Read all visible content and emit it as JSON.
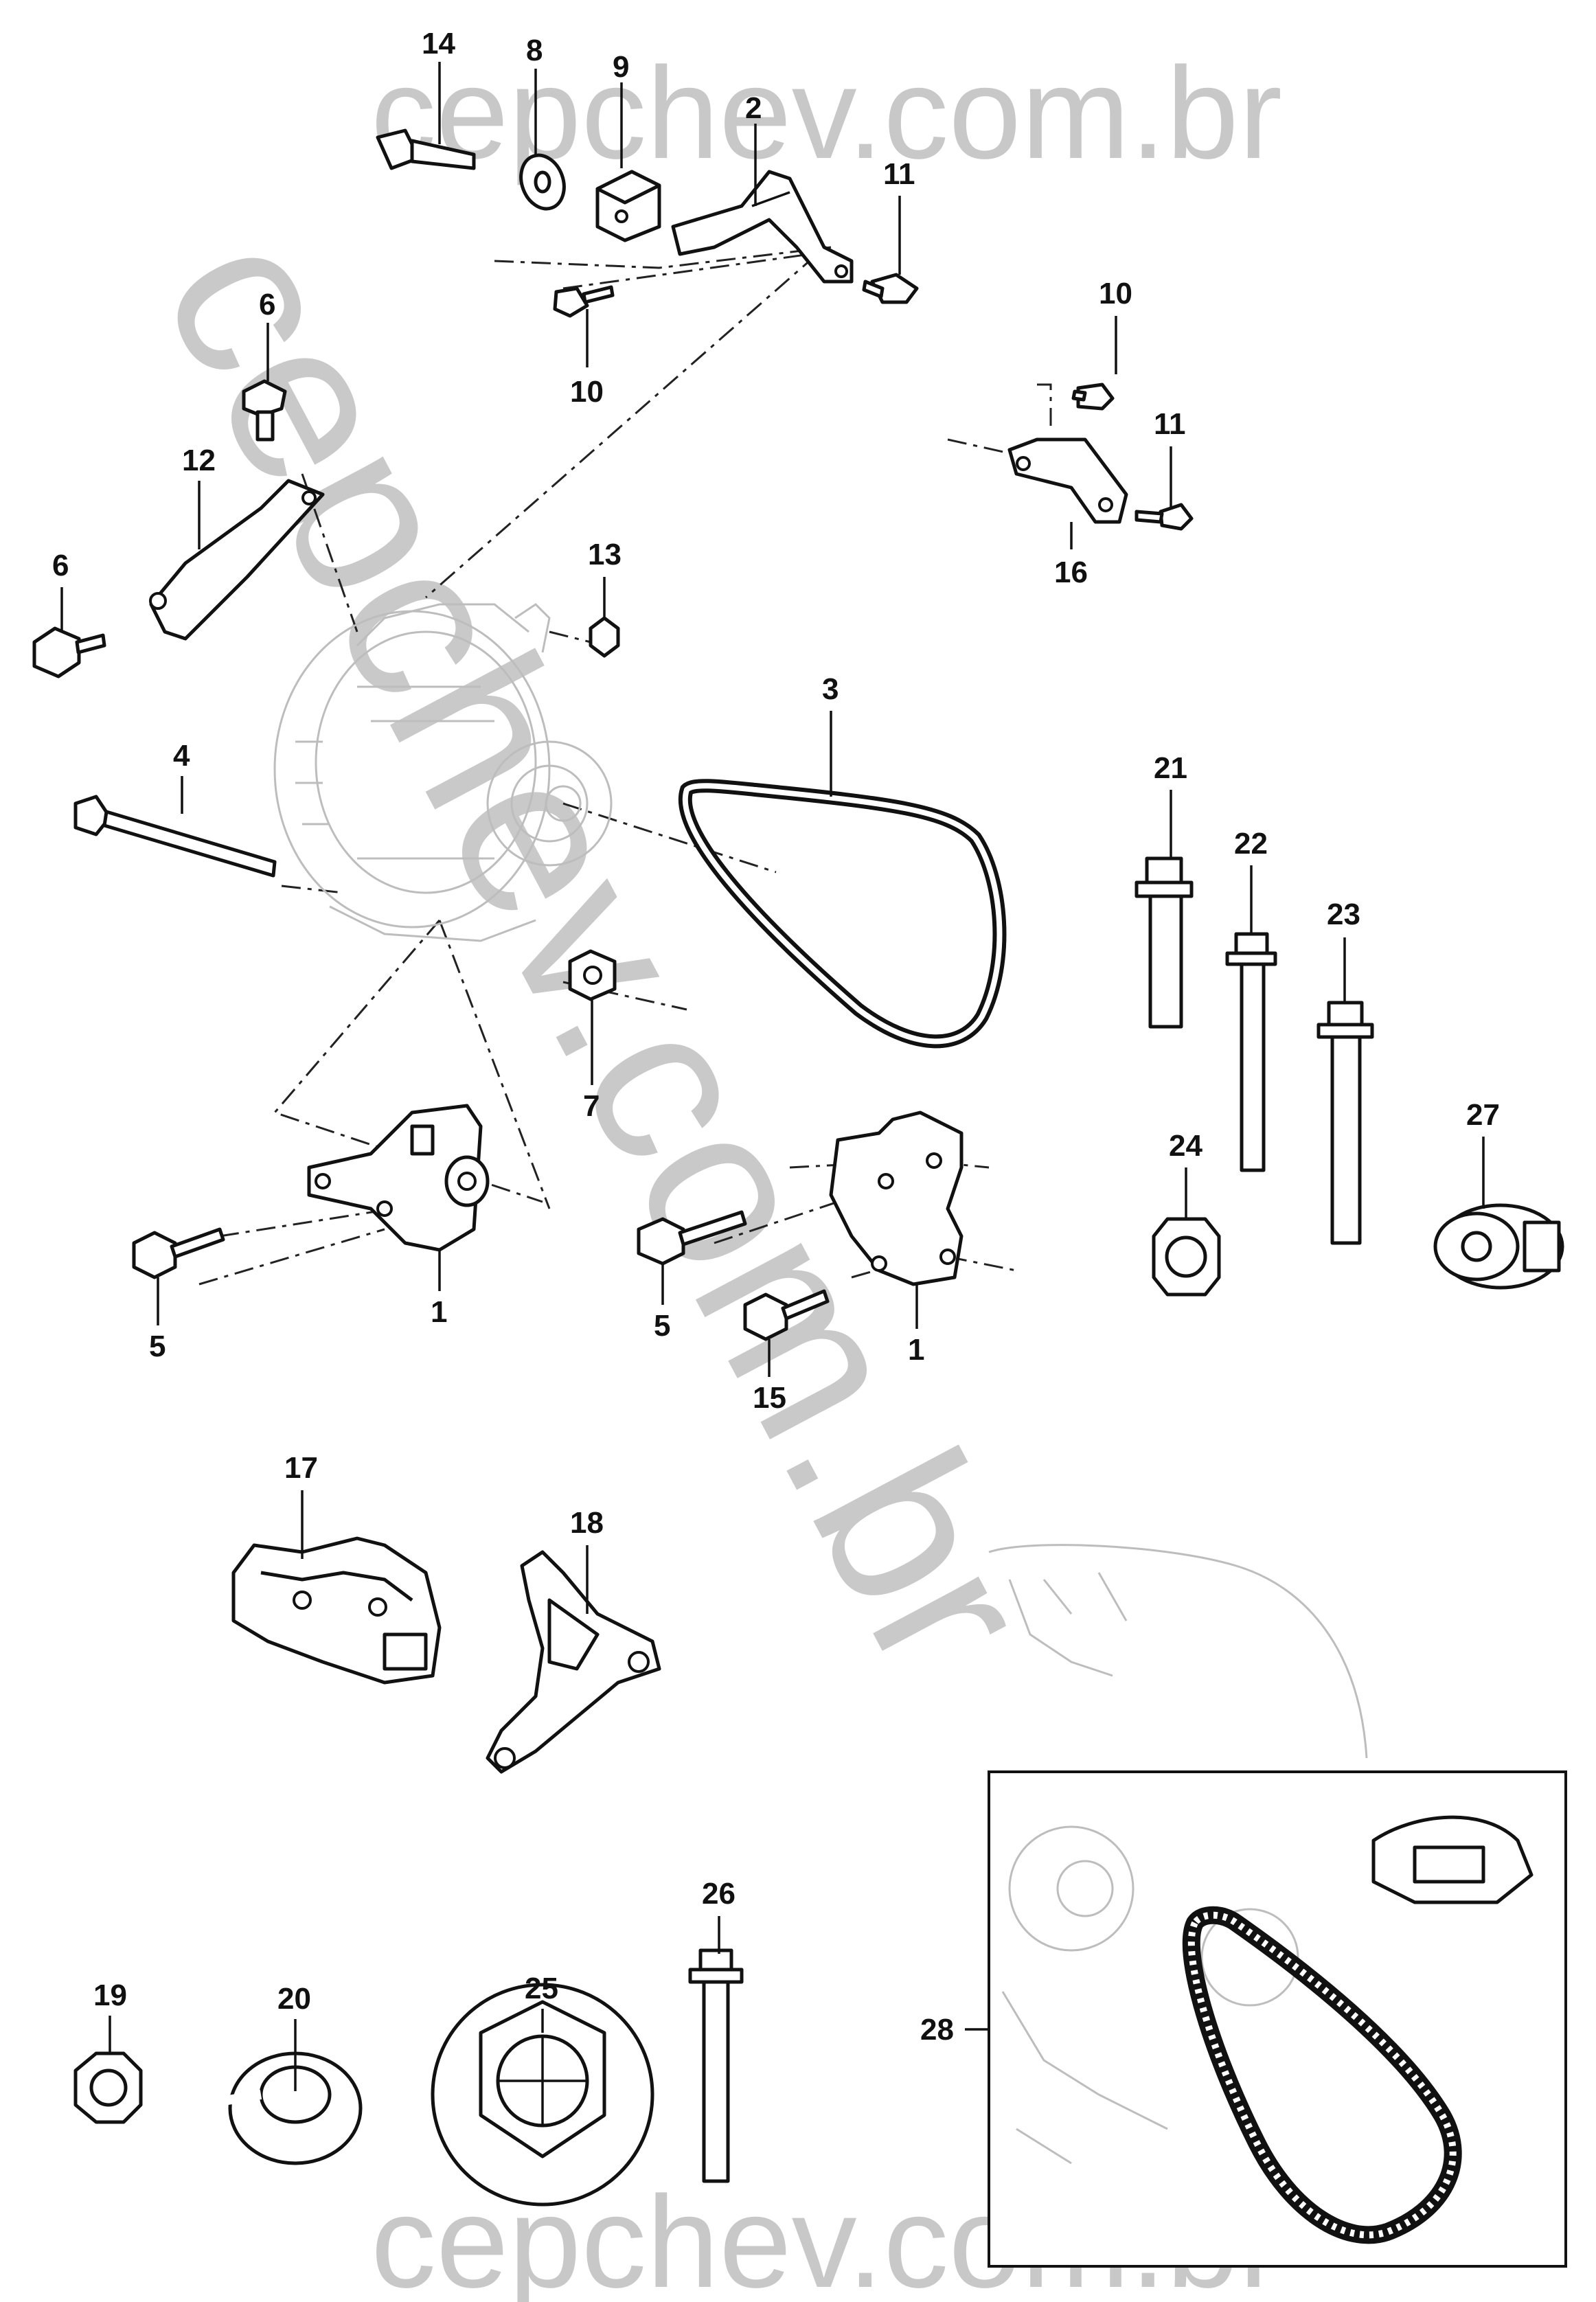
{
  "watermark": {
    "top": "cepchev.com.br",
    "bottom": "cepchev.com.br",
    "diagonal": "cepchev.com.br"
  },
  "callouts": [
    {
      "id": "c14",
      "text": "14"
    },
    {
      "id": "c8",
      "text": "8"
    },
    {
      "id": "c9",
      "text": "9"
    },
    {
      "id": "c2",
      "text": "2"
    },
    {
      "id": "c11a",
      "text": "11"
    },
    {
      "id": "c10a",
      "text": "10"
    },
    {
      "id": "c6a",
      "text": "6"
    },
    {
      "id": "c12",
      "text": "12"
    },
    {
      "id": "c6b",
      "text": "6"
    },
    {
      "id": "c10b",
      "text": "10"
    },
    {
      "id": "c11b",
      "text": "11"
    },
    {
      "id": "c16",
      "text": "16"
    },
    {
      "id": "c13",
      "text": "13"
    },
    {
      "id": "c3",
      "text": "3"
    },
    {
      "id": "c4",
      "text": "4"
    },
    {
      "id": "c7",
      "text": "7"
    },
    {
      "id": "c21",
      "text": "21"
    },
    {
      "id": "c22",
      "text": "22"
    },
    {
      "id": "c23",
      "text": "23"
    },
    {
      "id": "c24",
      "text": "24"
    },
    {
      "id": "c27",
      "text": "27"
    },
    {
      "id": "c5a",
      "text": "5"
    },
    {
      "id": "c1a",
      "text": "1"
    },
    {
      "id": "c5b",
      "text": "5"
    },
    {
      "id": "c1b",
      "text": "1"
    },
    {
      "id": "c15",
      "text": "15"
    },
    {
      "id": "c17",
      "text": "17"
    },
    {
      "id": "c18",
      "text": "18"
    },
    {
      "id": "c26",
      "text": "26"
    },
    {
      "id": "c19",
      "text": "19"
    },
    {
      "id": "c20",
      "text": "20"
    },
    {
      "id": "c25",
      "text": "25"
    },
    {
      "id": "c28",
      "text": "28"
    }
  ]
}
